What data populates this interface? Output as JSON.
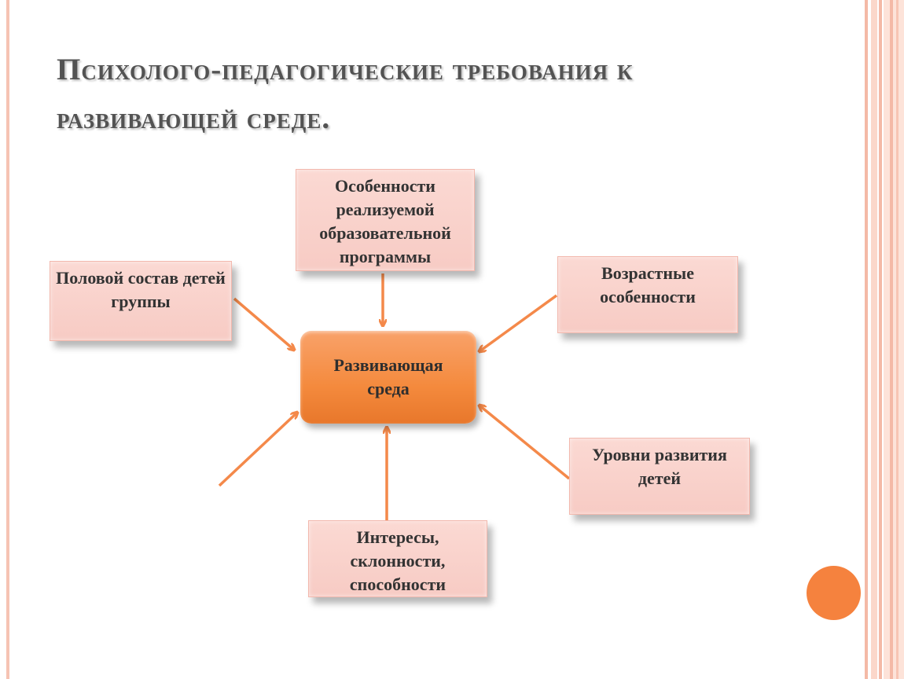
{
  "slide": {
    "title": "Психолого-педагогические требования к развивающей среде."
  },
  "diagram": {
    "center": "Развивающая среда",
    "nodes": {
      "top": "Особенности реализуемой образовательной программы",
      "left": "Половой состав детей группы",
      "right_top": "Возрастные особенности",
      "right_bottom": "Уровни развития детей",
      "bottom": "Интересы, склонности, способности"
    }
  },
  "colors": {
    "accent": "#f48a3d",
    "box_fill": "#f9d2cb",
    "arrow": "#f4894a",
    "title": "#535353"
  }
}
